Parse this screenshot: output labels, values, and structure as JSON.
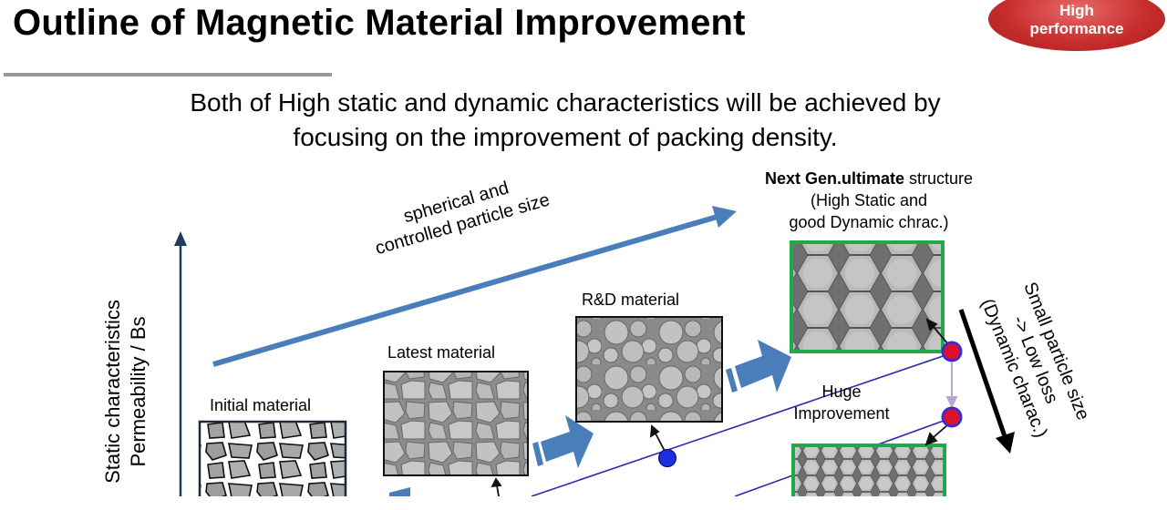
{
  "title": "Outline of Magnetic Material Improvement",
  "badge": {
    "line1": "High",
    "line2": "performance"
  },
  "subtitle": {
    "line1": "Both of High static and dynamic characteristics will be achieved by",
    "line2": "focusing on the improvement of packing density."
  },
  "y_axis": {
    "line1": "Static characteristics",
    "line2": "Permeability / Bs"
  },
  "trend_label": {
    "line1": "spherical and",
    "line2": "controlled particle size"
  },
  "materials": {
    "initial": "Initial material",
    "latest": "Latest material",
    "rnd": "R&D material"
  },
  "next_gen": {
    "bold": "Next Gen.ultimate",
    "rest": " structure",
    "line2": "(High Static and",
    "line3": "good Dynamic chrac.)"
  },
  "huge_improvement": {
    "line1": "Huge",
    "line2": "Improvement"
  },
  "small_particle": {
    "line1": "Small particle size",
    "line2": "-> Low loss",
    "line3": "(Dynamic charac.)"
  },
  "colors": {
    "arrow_blue": "#4a7ebb",
    "axis_dark": "#1f3a5a",
    "line_blue": "#2a2ab0",
    "dot_blue": "#1c2ee0",
    "dot_red": "#e0102a",
    "frame_green": "#21a84a",
    "frame_dark": "#1b2a3c"
  }
}
